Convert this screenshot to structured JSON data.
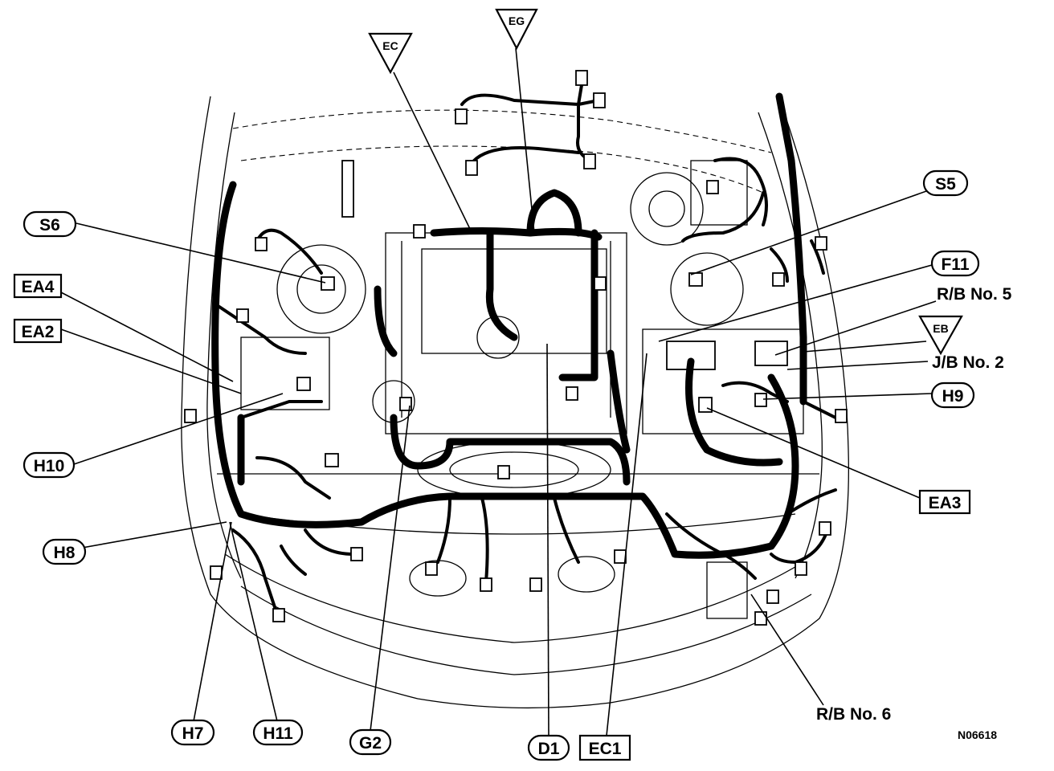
{
  "diagram_code": "N06618",
  "labels": {
    "eg": "EG",
    "ec": "EC",
    "eb": "EB",
    "s5": "S5",
    "s6": "S6",
    "ea4": "EA4",
    "ea2": "EA2",
    "f11": "F11",
    "rb5": "R/B No. 5",
    "jb2": "J/B No. 2",
    "h9": "H9",
    "h10": "H10",
    "ea3": "EA3",
    "h8": "H8",
    "h7": "H7",
    "h11": "H11",
    "g2": "G2",
    "d1": "D1",
    "ec1": "EC1",
    "rb6": "R/B No. 6"
  }
}
